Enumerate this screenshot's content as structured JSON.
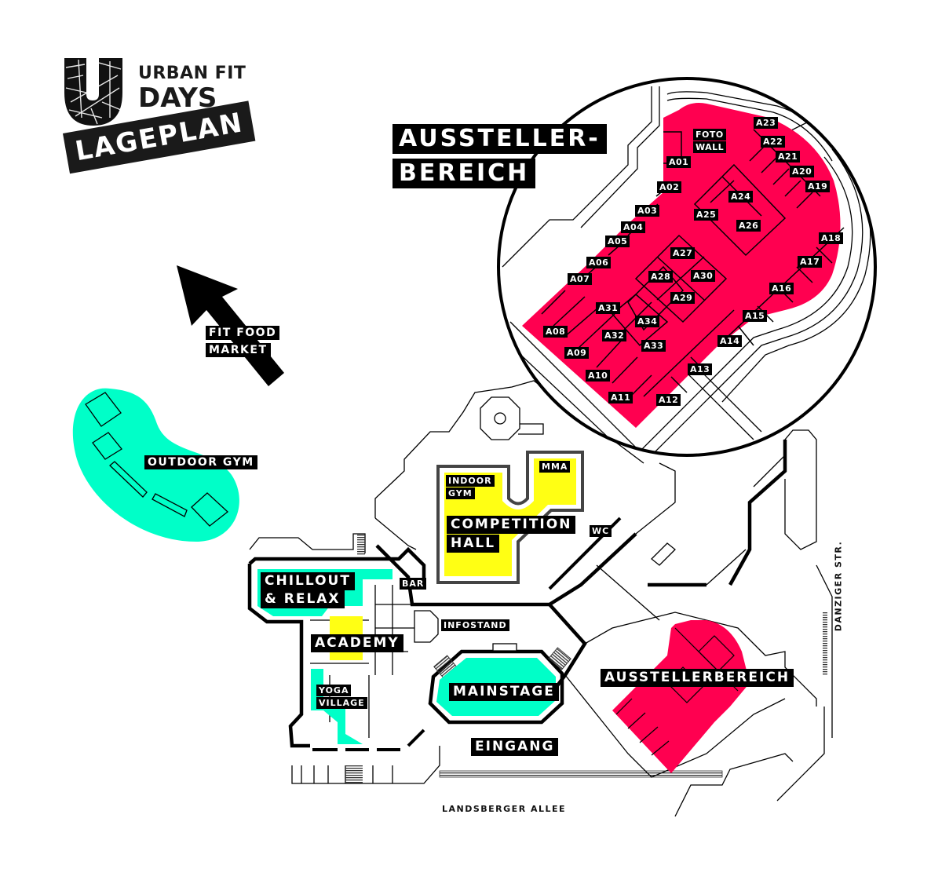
{
  "brand": {
    "line1": "URBAN FIT",
    "line2": "DAYS",
    "subtitle": "LAGEPLAN",
    "logo_icon": "u-city-map-logo"
  },
  "colors": {
    "exhibitor_pink": "#ff0050",
    "zone_mint": "#00ffc8",
    "zone_yellow": "#ffff14",
    "ink": "#000000",
    "background": "#ffffff"
  },
  "detail_callout": {
    "title_line1": "AUSSTELLER-",
    "title_line2": "BEREICH",
    "foto_wall_line1": "FOTO",
    "foto_wall_line2": "WALL",
    "booths": [
      "A01",
      "A02",
      "A03",
      "A04",
      "A05",
      "A06",
      "A07",
      "A08",
      "A09",
      "A10",
      "A11",
      "A12",
      "A13",
      "A14",
      "A15",
      "A16",
      "A17",
      "A18",
      "A19",
      "A20",
      "A21",
      "A22",
      "A23",
      "A24",
      "A25",
      "A26",
      "A27",
      "A28",
      "A29",
      "A30",
      "A31",
      "A32",
      "A33",
      "A34"
    ]
  },
  "direction": {
    "arrow_icon": "arrow-up-left-icon",
    "label_line1": "FIT FOOD",
    "label_line2": "MARKET"
  },
  "zones": {
    "outdoor_gym": "OUTDOOR GYM",
    "mma": "MMA",
    "indoor_gym_line1": "INDOOR",
    "indoor_gym_line2": "GYM",
    "competition_line1": "COMPETITION",
    "competition_line2": "HALL",
    "wc": "WC",
    "chillout_line1": "CHILLOUT",
    "chillout_line2": "& RELAX",
    "bar": "BAR",
    "infostand": "INFOSTAND",
    "academy": "ACADEMY",
    "yoga_line1": "YOGA",
    "yoga_line2": "VILLAGE",
    "mainstage": "MAINSTAGE",
    "eingang": "EINGANG",
    "ausstellerbereich": "AUSSTELLERBEREICH"
  },
  "streets": {
    "south": "LANDSBERGER ALLEE",
    "east": "DANZIGER STR."
  }
}
